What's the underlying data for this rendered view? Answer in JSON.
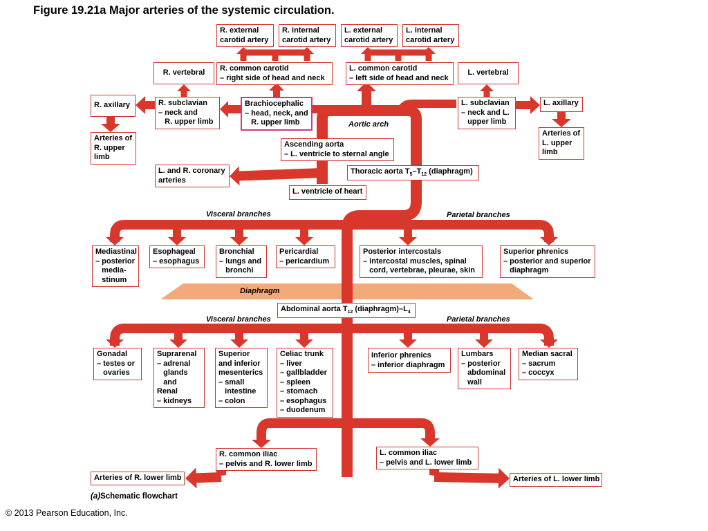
{
  "title": "Figure 19.21a  Major arteries of the systemic circulation.",
  "caption_marker": "(a)",
  "caption": "Schematic flowchart",
  "copyright": "© 2013 Pearson Education, Inc.",
  "colors": {
    "artery": "#d9372c",
    "box_border": "#d2322d",
    "highlight_border": "#d8338a",
    "diaphragm": "#f4a97a"
  },
  "labels": {
    "aortic_arch": "Aortic arch",
    "visceral_upper": "Visceral branches",
    "parietal_upper": "Parietal branches",
    "visceral_lower": "Visceral branches",
    "parietal_lower": "Parietal branches",
    "diaphragm": "Diaphragm"
  },
  "boxes": {
    "r_ext_carotid": [
      "R. external",
      "carotid artery"
    ],
    "r_int_carotid": [
      "R. internal",
      "carotid artery"
    ],
    "l_ext_carotid": [
      "L. external",
      "carotid artery"
    ],
    "l_int_carotid": [
      "L. internal",
      "carotid artery"
    ],
    "r_vertebral": [
      "R. vertebral"
    ],
    "r_common_carotid": [
      "R. common carotid",
      "– right side of head and neck"
    ],
    "l_common_carotid": [
      "L. common carotid",
      "– left side of head and neck"
    ],
    "l_vertebral": [
      "L. vertebral"
    ],
    "r_axillary": [
      "R. axillary"
    ],
    "r_subclavian": [
      "R. subclavian",
      "– neck and",
      "   R. upper limb"
    ],
    "brachiocephalic": [
      "Brachiocephalic",
      "– head, neck, and",
      "   R. upper limb"
    ],
    "l_subclavian": [
      "L. subclavian",
      "– neck and L.",
      "   upper limb"
    ],
    "l_axillary": [
      "L. axillary"
    ],
    "arteries_r_upper": [
      "Arteries of",
      "R. upper",
      "limb"
    ],
    "arteries_l_upper": [
      "Arteries of",
      "L. upper",
      "limb"
    ],
    "ascending_aorta": [
      "Ascending aorta",
      "– L. ventricle to sternal angle"
    ],
    "coronary": [
      "L. and R. coronary",
      "arteries"
    ],
    "l_ventricle": [
      "L. ventricle of heart"
    ],
    "mediastinal": [
      "Mediastinal",
      "– posterior",
      "   media-",
      "   stinum"
    ],
    "esophageal": [
      "Esophageal",
      "– esophagus"
    ],
    "bronchial": [
      "Bronchial",
      "– lungs and",
      "   bronchi"
    ],
    "pericardial": [
      "Pericardial",
      "– pericardium"
    ],
    "posterior_intercostals": [
      "Posterior intercostals",
      "– intercostal muscles, spinal",
      "   cord, vertebrae, pleurae, skin"
    ],
    "superior_phrenics": [
      "Superior phrenics",
      "– posterior and superior",
      "   diaphragm"
    ],
    "gonadal": [
      "Gonadal",
      "– testes or",
      "   ovaries"
    ],
    "suprarenal": [
      "Suprarenal",
      "– adrenal",
      "   glands",
      "   and",
      "Renal",
      "– kidneys"
    ],
    "mesenterics": [
      "Superior",
      "and inferior",
      "mesenterics",
      "– small",
      "   intestine",
      "– colon"
    ],
    "celiac": [
      "Celiac trunk",
      "– liver",
      "– gallbladder",
      "– spleen",
      "– stomach",
      "– esophagus",
      "– duodenum"
    ],
    "inferior_phrenics": [
      "Inferior phrenics",
      "– inferior diaphragm"
    ],
    "lumbars": [
      "Lumbars",
      "– posterior",
      "   abdominal",
      "   wall"
    ],
    "median_sacral": [
      "Median sacral",
      "– sacrum",
      "– coccyx"
    ],
    "r_common_iliac": [
      "R. common iliac",
      "– pelvis and R. lower limb"
    ],
    "l_common_iliac": [
      "L. common iliac",
      "– pelvis and L. lower limb"
    ],
    "arteries_r_lower": [
      "Arteries of R. lower limb"
    ],
    "arteries_l_lower": [
      "Arteries of L. lower limb"
    ]
  },
  "thoracic_aorta": {
    "text": "Thoracic aorta T",
    "sub1": "5",
    "mid": "–T",
    "sub2": "12",
    "tail": " (diaphragm)"
  },
  "abdominal_aorta": {
    "text": "Abdominal aorta T",
    "sub1": "12",
    "mid": " (diaphragm)–L",
    "sub2": "4"
  }
}
